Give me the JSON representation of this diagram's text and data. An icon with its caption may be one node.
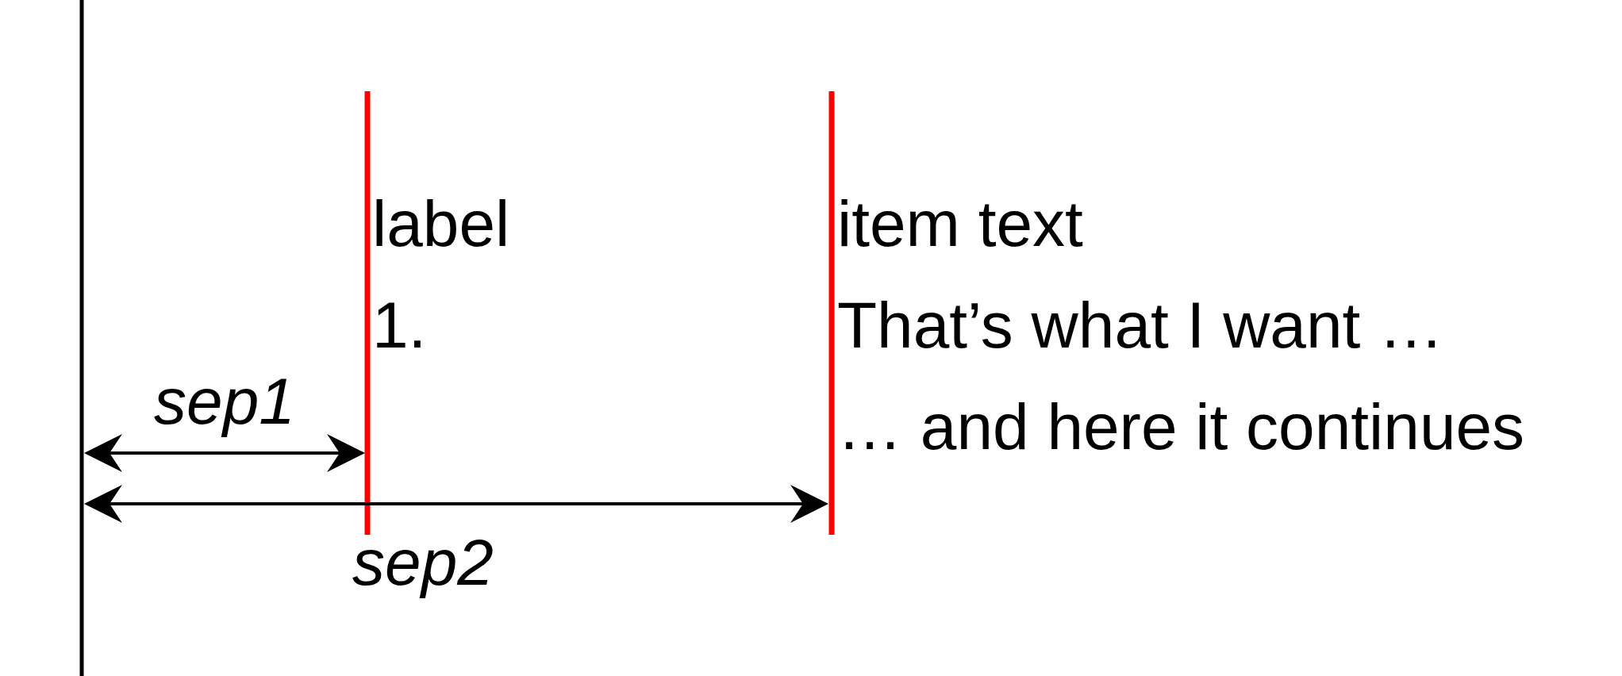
{
  "diagram": {
    "labels": [
      "label",
      "item text",
      "1.",
      "That’s what I want …",
      "sep1",
      "… and here it continues",
      "sep2"
    ]
  }
}
